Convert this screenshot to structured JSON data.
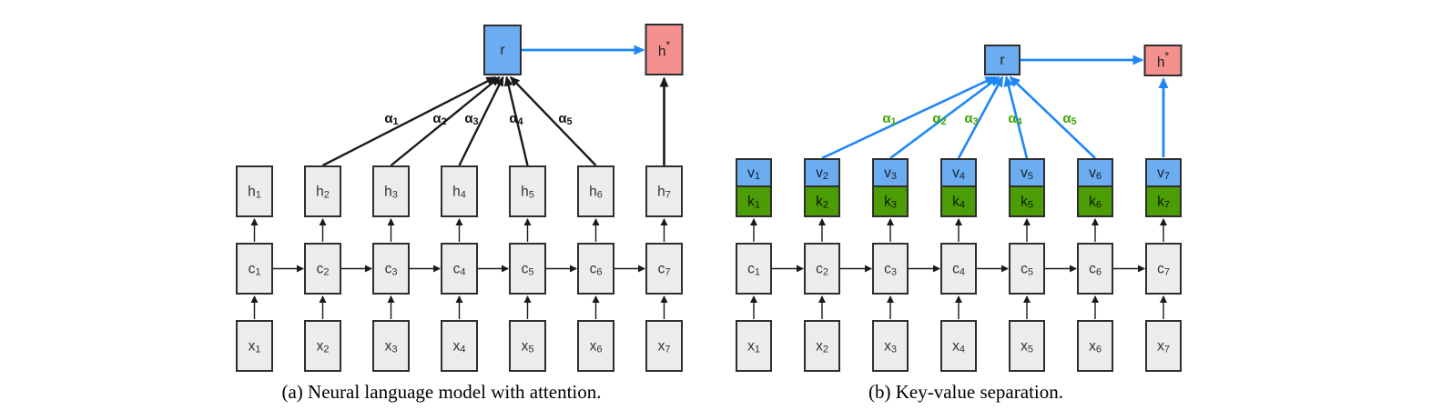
{
  "colors": {
    "box_gray": "#ECECEC",
    "box_blue": "#6CACF0",
    "box_green": "#4B9C05",
    "box_pink": "#F4918F",
    "border": "#2E2E2E",
    "line_black": "#1A1A1A",
    "line_blue": "#1E87F8",
    "alpha_green": "#3FA505",
    "box_text": "#333333",
    "caption_text": "#000000"
  },
  "figure_a": {
    "caption": "(a) Neural language model with attention.",
    "r_label": "r",
    "h_star": {
      "base": "h",
      "sup": "*"
    },
    "alphas": [
      [
        "α",
        "1"
      ],
      [
        "α",
        "2"
      ],
      [
        "α",
        "3"
      ],
      [
        "α",
        "4"
      ],
      [
        "α",
        "5"
      ]
    ],
    "h_row": [
      [
        "h",
        "1"
      ],
      [
        "h",
        "2"
      ],
      [
        "h",
        "3"
      ],
      [
        "h",
        "4"
      ],
      [
        "h",
        "5"
      ],
      [
        "h",
        "6"
      ],
      [
        "h",
        "7"
      ]
    ],
    "c_row": [
      [
        "c",
        "1"
      ],
      [
        "c",
        "2"
      ],
      [
        "c",
        "3"
      ],
      [
        "c",
        "4"
      ],
      [
        "c",
        "5"
      ],
      [
        "c",
        "6"
      ],
      [
        "c",
        "7"
      ]
    ],
    "x_row": [
      [
        "x",
        "1"
      ],
      [
        "x",
        "2"
      ],
      [
        "x",
        "3"
      ],
      [
        "x",
        "4"
      ],
      [
        "x",
        "5"
      ],
      [
        "x",
        "6"
      ],
      [
        "x",
        "7"
      ]
    ]
  },
  "figure_b": {
    "caption": "(b) Key-value separation.",
    "r_label": "r",
    "h_star": {
      "base": "h",
      "sup": "*"
    },
    "alphas": [
      [
        "α",
        "1"
      ],
      [
        "α",
        "2"
      ],
      [
        "α",
        "3"
      ],
      [
        "α",
        "4"
      ],
      [
        "α",
        "5"
      ]
    ],
    "v_row": [
      [
        "v",
        "1"
      ],
      [
        "v",
        "2"
      ],
      [
        "v",
        "3"
      ],
      [
        "v",
        "4"
      ],
      [
        "v",
        "5"
      ],
      [
        "v",
        "6"
      ],
      [
        "v",
        "7"
      ]
    ],
    "k_row": [
      [
        "k",
        "1"
      ],
      [
        "k",
        "2"
      ],
      [
        "k",
        "3"
      ],
      [
        "k",
        "4"
      ],
      [
        "k",
        "5"
      ],
      [
        "k",
        "6"
      ],
      [
        "k",
        "7"
      ]
    ],
    "c_row": [
      [
        "c",
        "1"
      ],
      [
        "c",
        "2"
      ],
      [
        "c",
        "3"
      ],
      [
        "c",
        "4"
      ],
      [
        "c",
        "5"
      ],
      [
        "c",
        "6"
      ],
      [
        "c",
        "7"
      ]
    ],
    "x_row": [
      [
        "x",
        "1"
      ],
      [
        "x",
        "2"
      ],
      [
        "x",
        "3"
      ],
      [
        "x",
        "4"
      ],
      [
        "x",
        "5"
      ],
      [
        "x",
        "6"
      ],
      [
        "x",
        "7"
      ]
    ]
  }
}
